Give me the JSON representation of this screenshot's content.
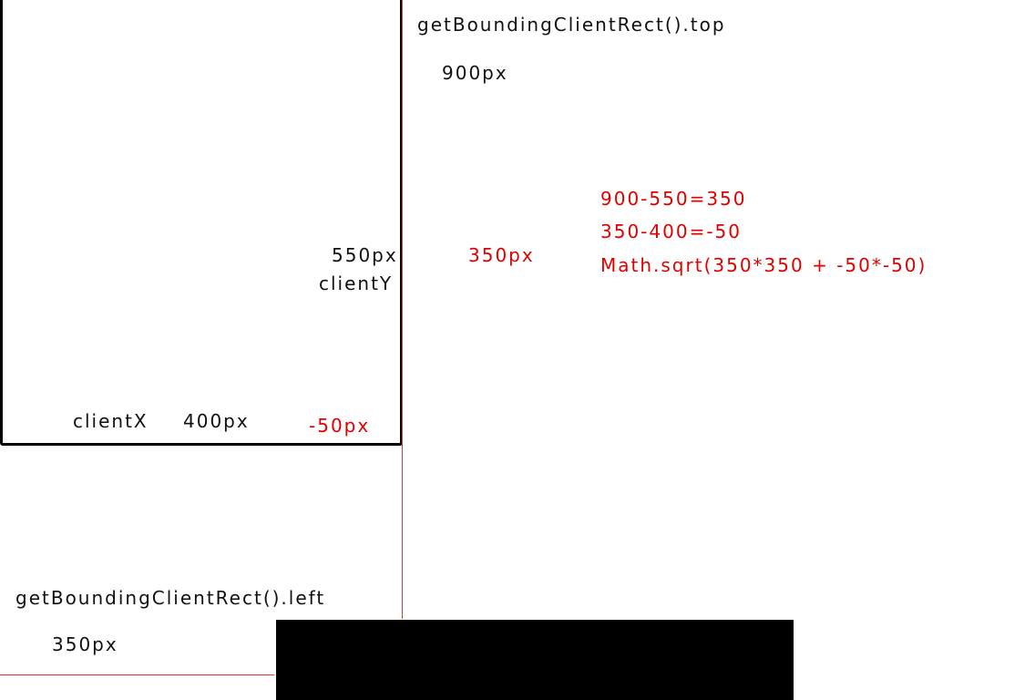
{
  "labels": {
    "top_title": "getBoundingClientRect().top",
    "top_value": "900px",
    "client_y_value": "550px",
    "client_y_label": "clientY",
    "client_x_label": "clientX",
    "client_x_value": "400px",
    "left_title": "getBoundingClientRect().left",
    "left_value": "350px"
  },
  "computed": {
    "dy_value": "350px",
    "dx_value": "-50px",
    "formula_line1": "900-550=350",
    "formula_line2": "350-400=-50",
    "formula_line3": "Math.sqrt(350*350 + -50*-50)"
  },
  "colors": {
    "text": "#111111",
    "accent": "#e00000",
    "guide_line": "#d83a3a",
    "box_border": "#000000"
  }
}
